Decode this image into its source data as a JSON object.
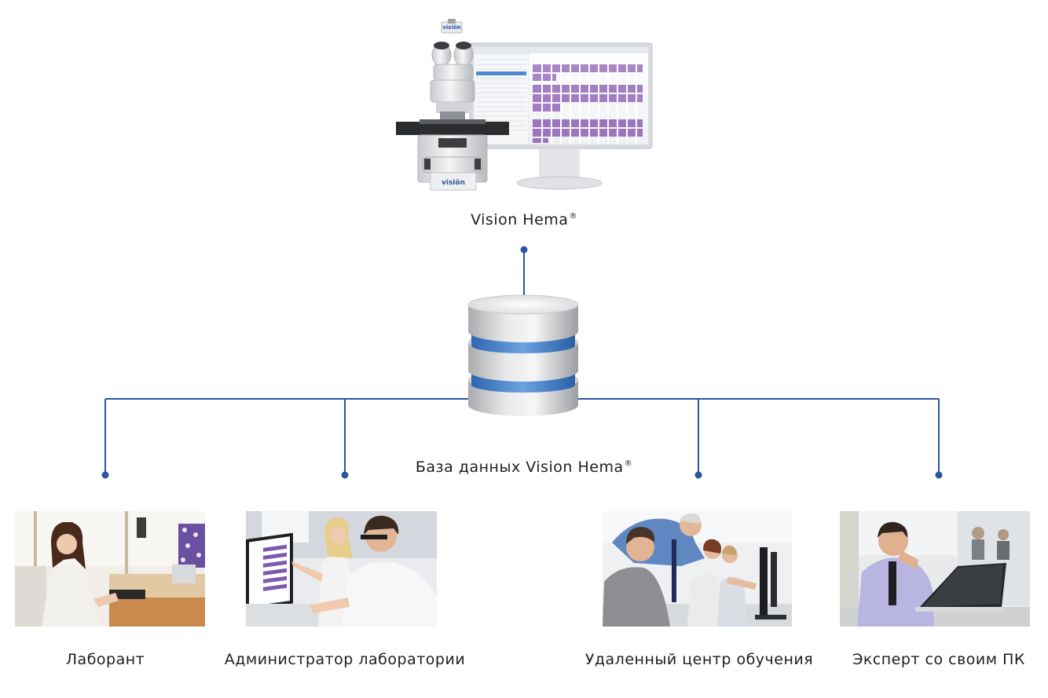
{
  "system": {
    "name": "Vision Hema",
    "mark": "®",
    "brand_text": "visiön"
  },
  "database": {
    "label": "База данных Vision Hema",
    "mark": "®"
  },
  "nodes": [
    {
      "label": "Лаборант"
    },
    {
      "label": "Администратор лаборатории"
    },
    {
      "label": "Удаленный центр обучения"
    },
    {
      "label": "Эксперт со своим ПК"
    }
  ],
  "colors": {
    "connector": "#2a56a0",
    "db_band": "#4a86cc"
  }
}
